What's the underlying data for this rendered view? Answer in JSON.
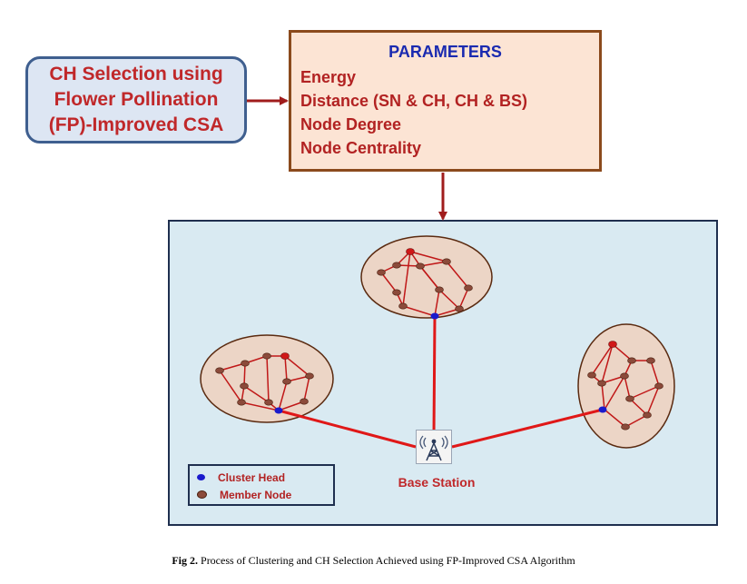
{
  "selection_box": {
    "lines": [
      "CH Selection using",
      "Flower Pollination",
      "(FP)-Improved CSA"
    ]
  },
  "parameters": {
    "title": "PARAMETERS",
    "items": [
      "Energy",
      "Distance (SN & CH, CH & BS)",
      "Node Degree",
      "Node Centrality"
    ]
  },
  "legend": {
    "cluster_head": "Cluster Head",
    "member_node": "Member Node"
  },
  "base_station": {
    "label": "Base Station",
    "icon": "antenna-tower-icon"
  },
  "caption": {
    "prefix": "Fig  2.",
    "text": " Process of Clustering and CH Selection Achieved using FP-Improved CSA Algorithm"
  },
  "colors": {
    "cluster_head": "#1a1acc",
    "member_node": "#8b4a3a",
    "link": "#e01818",
    "cluster_fill": "#ecd5c6"
  }
}
